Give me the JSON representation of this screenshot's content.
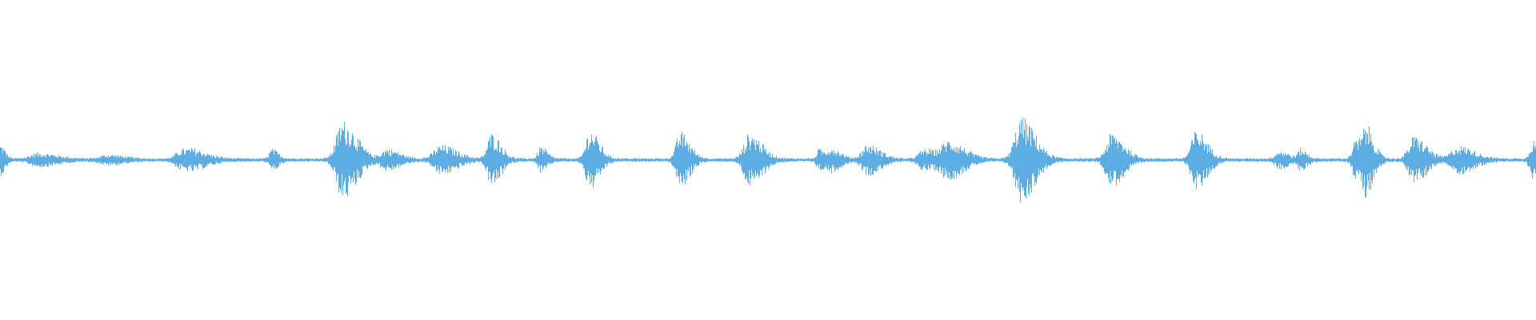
{
  "waveform": {
    "color": "#5dade2",
    "baseline_amplitude": 0.012,
    "bursts": [
      {
        "t": 0.0,
        "amp": 0.09,
        "width": 0.003
      },
      {
        "t": 0.025,
        "amp": 0.035,
        "width": 0.012
      },
      {
        "t": 0.07,
        "amp": 0.025,
        "width": 0.01
      },
      {
        "t": 0.118,
        "amp": 0.055,
        "width": 0.008
      },
      {
        "t": 0.128,
        "amp": 0.035,
        "width": 0.01
      },
      {
        "t": 0.177,
        "amp": 0.06,
        "width": 0.004
      },
      {
        "t": 0.223,
        "amp": 0.24,
        "width": 0.009
      },
      {
        "t": 0.252,
        "amp": 0.06,
        "width": 0.008
      },
      {
        "t": 0.287,
        "amp": 0.085,
        "width": 0.01
      },
      {
        "t": 0.32,
        "amp": 0.16,
        "width": 0.006
      },
      {
        "t": 0.352,
        "amp": 0.075,
        "width": 0.004
      },
      {
        "t": 0.384,
        "amp": 0.18,
        "width": 0.006
      },
      {
        "t": 0.443,
        "amp": 0.17,
        "width": 0.006
      },
      {
        "t": 0.488,
        "amp": 0.16,
        "width": 0.008
      },
      {
        "t": 0.533,
        "amp": 0.06,
        "width": 0.003
      },
      {
        "t": 0.541,
        "amp": 0.07,
        "width": 0.006
      },
      {
        "t": 0.565,
        "amp": 0.09,
        "width": 0.008
      },
      {
        "t": 0.602,
        "amp": 0.06,
        "width": 0.008
      },
      {
        "t": 0.618,
        "amp": 0.11,
        "width": 0.01
      },
      {
        "t": 0.665,
        "amp": 0.26,
        "width": 0.009
      },
      {
        "t": 0.724,
        "amp": 0.16,
        "width": 0.008
      },
      {
        "t": 0.779,
        "amp": 0.18,
        "width": 0.007
      },
      {
        "t": 0.833,
        "amp": 0.05,
        "width": 0.006
      },
      {
        "t": 0.847,
        "amp": 0.06,
        "width": 0.004
      },
      {
        "t": 0.883,
        "amp": 0.12,
        "width": 0.005
      },
      {
        "t": 0.89,
        "amp": 0.18,
        "width": 0.005
      },
      {
        "t": 0.921,
        "amp": 0.14,
        "width": 0.008
      },
      {
        "t": 0.95,
        "amp": 0.08,
        "width": 0.01
      },
      {
        "t": 0.998,
        "amp": 0.12,
        "width": 0.004
      }
    ]
  }
}
